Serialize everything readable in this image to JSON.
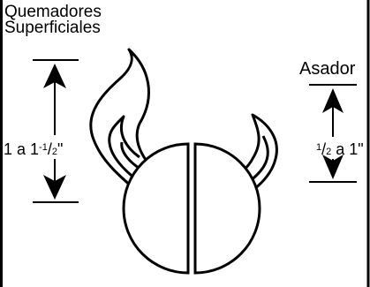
{
  "labels": {
    "surface_burners_line1": "Quemadores",
    "surface_burners_line2": "Superficiales",
    "broiler": "Asador",
    "surface_range_prefix": "1 a 1",
    "surface_range_frac_num": "-1",
    "surface_range_frac_slash": "/",
    "surface_range_frac_den": "2",
    "surface_range_unit": "\"",
    "broiler_range_num": "1",
    "broiler_range_slash": "/",
    "broiler_range_den": "2",
    "broiler_range_rest": " a 1\""
  },
  "colors": {
    "line": "#000000",
    "background": "#ffffff"
  },
  "icons": {
    "left_flame": "flame-icon",
    "right_flame": "flame-icon",
    "burner": "burner-circle-icon"
  }
}
